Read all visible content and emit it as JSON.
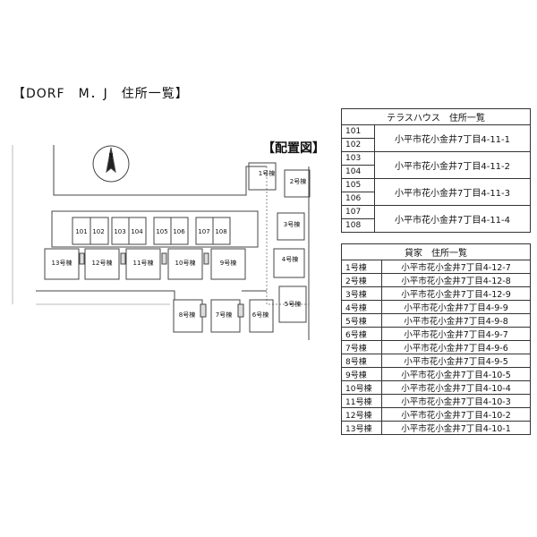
{
  "doc_title": "【DORF　M．J　住所一覧】",
  "plan_title": "【配置図】",
  "compass_label": "N",
  "plan_buildings_top": [
    "101",
    "102",
    "103",
    "104",
    "105",
    "106",
    "107",
    "108"
  ],
  "plan_buildings_row": [
    "13号棟",
    "12号棟",
    "11号棟",
    "10号棟",
    "9号棟"
  ],
  "plan_buildings_right": [
    "1号棟",
    "2号棟",
    "3号棟",
    "4号棟",
    "5号棟"
  ],
  "plan_buildings_bottom": [
    "8号棟",
    "7号棟",
    "6号棟"
  ],
  "terrace": {
    "header": "テラスハウス　住所一覧",
    "rows": [
      {
        "rooms": [
          "101",
          "102"
        ],
        "address": "小平市花小金井7丁目4-11-1"
      },
      {
        "rooms": [
          "103",
          "104"
        ],
        "address": "小平市花小金井7丁目4-11-2"
      },
      {
        "rooms": [
          "105",
          "106"
        ],
        "address": "小平市花小金井7丁目4-11-3"
      },
      {
        "rooms": [
          "107",
          "108"
        ],
        "address": "小平市花小金井7丁目4-11-4"
      }
    ]
  },
  "rental": {
    "header": "貸家　住所一覧",
    "rows": [
      {
        "building": "1号棟",
        "address": "小平市花小金井7丁目4-12-7"
      },
      {
        "building": "2号棟",
        "address": "小平市花小金井7丁目4-12-8"
      },
      {
        "building": "3号棟",
        "address": "小平市花小金井7丁目4-12-9"
      },
      {
        "building": "4号棟",
        "address": "小平市花小金井7丁目4-9-9"
      },
      {
        "building": "5号棟",
        "address": "小平市花小金井7丁目4-9-8"
      },
      {
        "building": "6号棟",
        "address": "小平市花小金井7丁目4-9-7"
      },
      {
        "building": "7号棟",
        "address": "小平市花小金井7丁目4-9-6"
      },
      {
        "building": "8号棟",
        "address": "小平市花小金井7丁目4-9-5"
      },
      {
        "building": "9号棟",
        "address": "小平市花小金井7丁目4-10-5"
      },
      {
        "building": "10号棟",
        "address": "小平市花小金井7丁目4-10-4"
      },
      {
        "building": "11号棟",
        "address": "小平市花小金井7丁目4-10-3"
      },
      {
        "building": "12号棟",
        "address": "小平市花小金井7丁目4-10-2"
      },
      {
        "building": "13号棟",
        "address": "小平市花小金井7丁目4-10-1"
      }
    ]
  }
}
